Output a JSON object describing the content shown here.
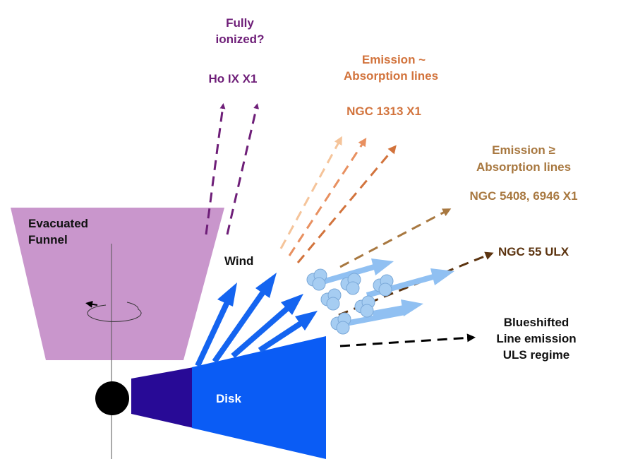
{
  "labels": {
    "fully_ionized_line1": "Fully",
    "fully_ionized_line2": "ionized?",
    "ho_ix_x1": "Ho IX X1",
    "emission_approx_line1": "Emission ~",
    "emission_approx_line2": "Absorption lines",
    "ngc_1313_x1": "NGC 1313 X1",
    "emission_geq_line1": "Emission ≥",
    "emission_geq_line2": "Absorption lines",
    "ngc_5408_6946": "NGC 5408, 6946 X1",
    "ngc_55_ulx": "NGC 55 ULX",
    "blueshifted_line1": "Blueshifted",
    "blueshifted_line2": "Line emission",
    "blueshifted_line3": "ULS regime",
    "evacuated_line1": "Evacuated",
    "evacuated_line2": "Funnel",
    "wind": "Wind",
    "disk": "Disk"
  },
  "colors": {
    "purple": "#6e1e78",
    "orange": "#d2733c",
    "light_orange": "#f5c49a",
    "mid_orange": "#e89060",
    "tan": "#a87840",
    "brown": "#5c3410",
    "funnel": "#c996cc",
    "disk_outer": "#0a5cf5",
    "disk_inner": "#280a96",
    "wind_arrow": "#1464f0",
    "cloud": "#a6cdf2",
    "cloud_arrow": "#90c0f2"
  }
}
